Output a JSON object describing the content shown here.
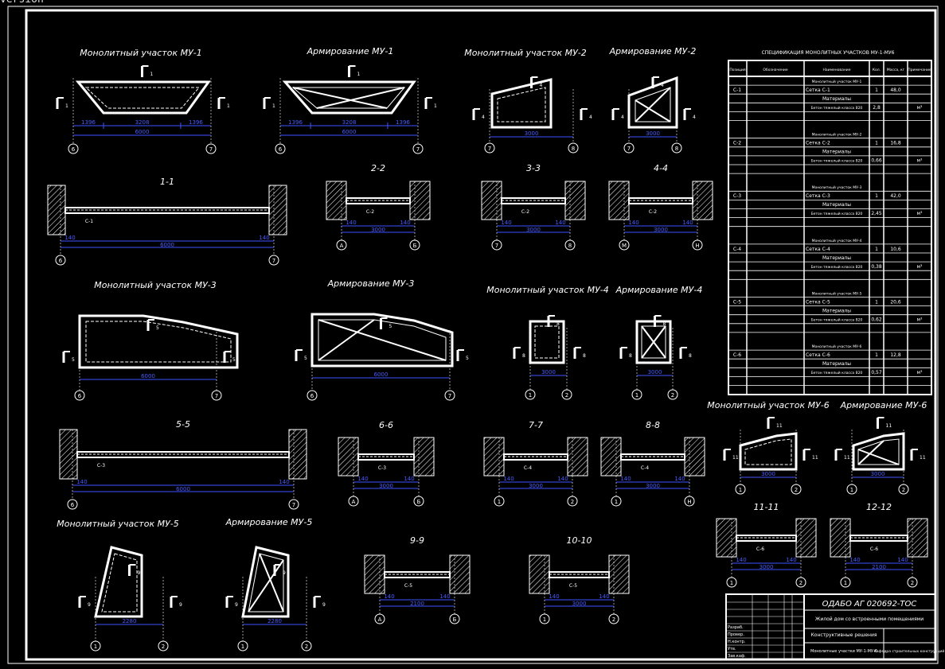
{
  "header_fragment": "version",
  "plans": [
    {
      "title": "Монолитный участок МУ-1",
      "dims": [
        "1396",
        "3208",
        "1396",
        "6000"
      ],
      "axes": [
        "6",
        "7"
      ],
      "mark": "1"
    },
    {
      "title": "Армирование МУ-1",
      "dims": [
        "1396",
        "3208",
        "1396",
        "6000"
      ],
      "axes": [
        "6",
        "7"
      ],
      "mark": "1"
    },
    {
      "title": "Монолитный участок МУ-2",
      "dims": [
        "3000"
      ],
      "axes": [
        "7",
        "8"
      ],
      "mark": "4"
    },
    {
      "title": "Армирование МУ-2",
      "dims": [
        "3000"
      ],
      "axes": [
        "7",
        "8"
      ],
      "mark": "4"
    },
    {
      "title": "Монолитный участок МУ-3",
      "dims": [
        "6000"
      ],
      "axes": [
        "6",
        "7"
      ],
      "mark": "5"
    },
    {
      "title": "Армирование МУ-3",
      "dims": [
        "6000"
      ],
      "axes": [
        "6",
        "7"
      ],
      "mark": "5"
    },
    {
      "title": "Монолитный участок МУ-4",
      "dims": [
        "3000"
      ],
      "axes": [
        "1",
        "2"
      ],
      "mark": "8"
    },
    {
      "title": "Армирование МУ-4",
      "dims": [
        "3000"
      ],
      "axes": [
        "1",
        "2"
      ],
      "mark": "8"
    },
    {
      "title": "Монолитный участок МУ-5",
      "dims": [
        "2280"
      ],
      "axes": [
        "1",
        "2"
      ],
      "mark": "9"
    },
    {
      "title": "Армирование МУ-5",
      "dims": [
        "2280"
      ],
      "axes": [
        "1",
        "2"
      ],
      "mark": "9"
    },
    {
      "title": "Монолитный участок МУ-6",
      "dims": [
        "3000"
      ],
      "axes": [
        "1",
        "2"
      ],
      "mark": "11"
    },
    {
      "title": "Армирование МУ-6",
      "dims": [
        "3000"
      ],
      "axes": [
        "1",
        "2"
      ],
      "mark": "11"
    }
  ],
  "sections": [
    {
      "title": "1-1",
      "dims": [
        "140",
        "6000",
        "140"
      ],
      "axes": [
        "6",
        "7"
      ],
      "rebar": "С-1"
    },
    {
      "title": "2-2",
      "dims": [
        "140",
        "3000",
        "140"
      ],
      "axes": [
        "А",
        "Б"
      ],
      "rebar": "С-2"
    },
    {
      "title": "3-3",
      "dims": [
        "140",
        "3000",
        "140"
      ],
      "axes": [
        "7",
        "8"
      ],
      "rebar": "С-2"
    },
    {
      "title": "4-4",
      "dims": [
        "140",
        "3000",
        "140"
      ],
      "axes": [
        "М",
        "Н"
      ],
      "rebar": "С-2"
    },
    {
      "title": "5-5",
      "dims": [
        "140",
        "6000",
        "140"
      ],
      "axes": [
        "6",
        "7"
      ],
      "rebar": "С-3"
    },
    {
      "title": "6-6",
      "dims": [
        "140",
        "3000",
        "140"
      ],
      "axes": [
        "А",
        "Б"
      ],
      "rebar": "С-3"
    },
    {
      "title": "7-7",
      "dims": [
        "140",
        "3000",
        "140"
      ],
      "axes": [
        "1",
        "2"
      ],
      "rebar": "С-4"
    },
    {
      "title": "8-8",
      "dims": [
        "140",
        "3000",
        "140"
      ],
      "axes": [
        "1",
        "Н"
      ],
      "rebar": "С-4"
    },
    {
      "title": "9-9",
      "dims": [
        "140",
        "2100",
        "140"
      ],
      "axes": [
        "А",
        "Б"
      ],
      "rebar": "С-5"
    },
    {
      "title": "10-10",
      "dims": [
        "140",
        "3000",
        "140"
      ],
      "axes": [
        "1",
        "2"
      ],
      "rebar": "С-5"
    },
    {
      "title": "11-11",
      "dims": [
        "140",
        "3000",
        "140"
      ],
      "axes": [
        "1",
        "2"
      ],
      "rebar": "С-6"
    },
    {
      "title": "12-12",
      "dims": [
        "140",
        "2100",
        "140"
      ],
      "axes": [
        "1",
        "2"
      ],
      "rebar": "С-6"
    }
  ],
  "spec": {
    "title": "СПЕЦИФИКАЦИЯ МОНОЛИТНЫХ УЧАСТКОВ МУ-1-МУ6",
    "columns": [
      "Позиция",
      "Обозначение",
      "Наименование",
      "Кол.",
      "Масса, кг",
      "Примечание"
    ],
    "groups": [
      {
        "pos": "С-1",
        "name": "Монолитный участок МУ-1",
        "item": "Сетка С-1",
        "qty": "1",
        "mass": "48,0",
        "materials": "Материалы",
        "concrete": "Бетон тяжелый класса В20",
        "vol": "2,8",
        "unit": "м³"
      },
      {
        "pos": "С-2",
        "name": "Монолитный участок МУ-2",
        "item": "Сетка С-2",
        "qty": "1",
        "mass": "16,8",
        "materials": "Материалы",
        "concrete": "Бетон тяжелый класса В20",
        "vol": "0,66",
        "unit": "м³"
      },
      {
        "pos": "С-3",
        "name": "Монолитный участок МУ-3",
        "item": "Сетка С-3",
        "qty": "1",
        "mass": "42,0",
        "materials": "Материалы",
        "concrete": "Бетон тяжелый класса В20",
        "vol": "2,45",
        "unit": "м³"
      },
      {
        "pos": "С-4",
        "name": "Монолитный участок МУ-4",
        "item": "Сетка С-4",
        "qty": "1",
        "mass": "10,6",
        "materials": "Материалы",
        "concrete": "Бетон тяжелый класса В20",
        "vol": "0,38",
        "unit": "м³"
      },
      {
        "pos": "С-5",
        "name": "Монолитный участок МУ-5",
        "item": "Сетка С-5",
        "qty": "1",
        "mass": "20,6",
        "materials": "Материалы",
        "concrete": "Бетон тяжелый класса В20",
        "vol": "0,62",
        "unit": "м³"
      },
      {
        "pos": "С-6",
        "name": "Монолитный участок МУ-6",
        "item": "Сетка С-6",
        "qty": "1",
        "mass": "12,8",
        "materials": "Материалы",
        "concrete": "Бетон тяжелый класса В20",
        "vol": "0,57",
        "unit": "м³"
      }
    ]
  },
  "title_block": {
    "code": "ОДАБО АГ 020692-ТОС",
    "project": "Жилой дом со встроенными помещениями",
    "stage": "Конструктивные решения",
    "sheet_name": "Монолитные участки МУ-1-МУ-6",
    "org": "Кафедра строительных конструкций",
    "roles": [
      "Разраб.",
      "Провер.",
      "Н.контр.",
      "Утв.",
      "Зав.каф."
    ]
  }
}
